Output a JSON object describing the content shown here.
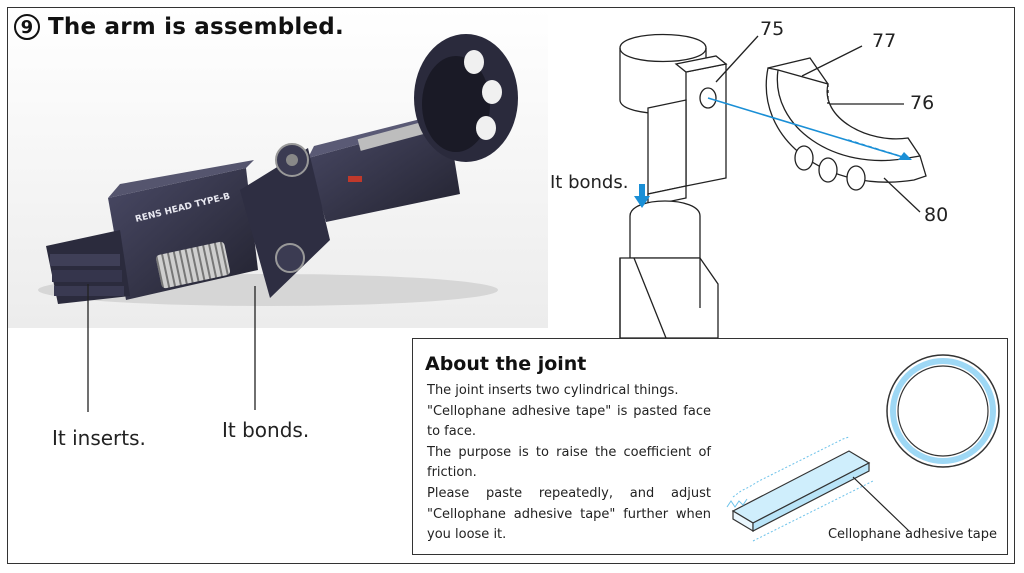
{
  "step": {
    "number": "9",
    "title": "The arm is assembled."
  },
  "photo": {
    "model_label": "RENS HEAD TYPE-B"
  },
  "callouts": {
    "inserts": "It inserts.",
    "bonds_photo": "It bonds.",
    "bonds_diagram": "It bonds."
  },
  "diagram": {
    "parts": [
      "75",
      "77",
      "76",
      "80"
    ]
  },
  "joint_info": {
    "heading": "About the joint",
    "paragraphs": [
      "The joint inserts two cylindrical things.",
      "\"Cellophane adhesive tape\" is pasted face to face.",
      "The purpose is to raise the coefficient of friction.",
      "Please paste repeatedly, and adjust \"Cellophane adhesive tape\" further when you loose it."
    ],
    "tape_label": "Cellophane adhesive tape"
  },
  "colors": {
    "arrow": "#1a8fd6",
    "model_dark": "#2c2c3e",
    "tape_blue": "#9ed8f5"
  }
}
